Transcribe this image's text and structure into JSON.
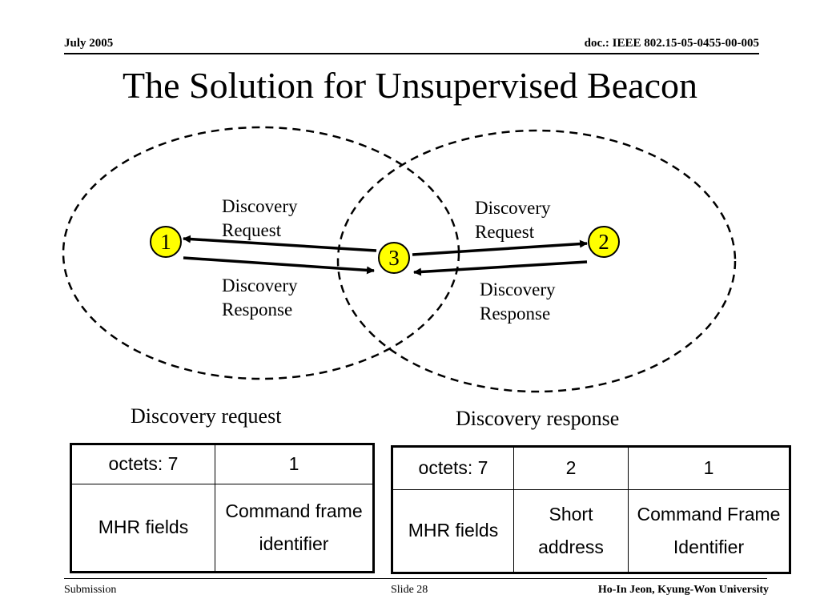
{
  "header": {
    "date": "July 2005",
    "doc": "doc.: IEEE 802.15-05-0455-00-005"
  },
  "title": "The Solution for Unsupervised Beacon",
  "diagram": {
    "nodes": [
      "1",
      "2",
      "3"
    ],
    "left_request": [
      "Discovery",
      "Request"
    ],
    "left_response": [
      "Discovery",
      "Response"
    ],
    "right_request": [
      "Discovery",
      "Request"
    ],
    "right_response": [
      "Discovery",
      "Response"
    ],
    "node_fill": "#ffff00"
  },
  "request_table": {
    "caption": "Discovery request",
    "row1": [
      "octets: 7",
      "1"
    ],
    "row2": [
      "MHR fields",
      "Command frame identifier"
    ]
  },
  "response_table": {
    "caption": "Discovery response",
    "row1": [
      "octets: 7",
      "2",
      "1"
    ],
    "row2": [
      "MHR fields",
      "Short address",
      "Command Frame Identifier"
    ]
  },
  "footer": {
    "left": "Submission",
    "center": "Slide 28",
    "right": "Ho-In Jeon, Kyung-Won University"
  }
}
